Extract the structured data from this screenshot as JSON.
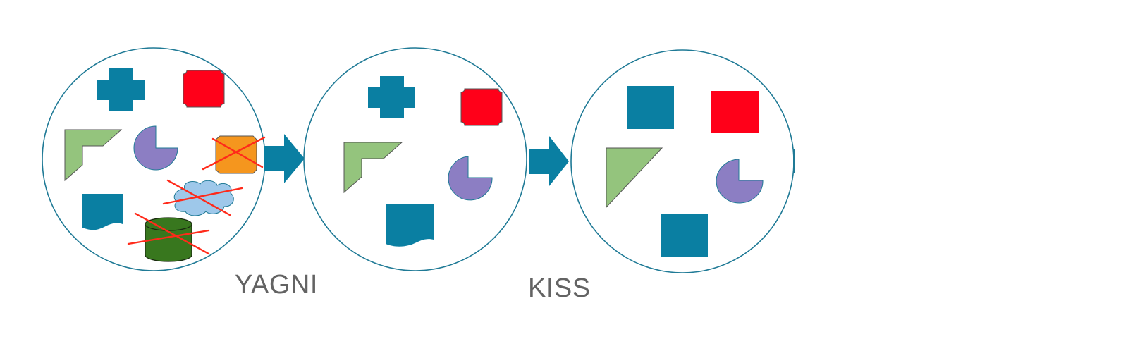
{
  "diagram": {
    "labels": {
      "first_transition": "YAGNI",
      "second_transition": "KISS"
    },
    "colors": {
      "circle_outline": "#1f7a96",
      "teal": "#0a7fa2",
      "red": "#ff0019",
      "green_shape": "#94c47d",
      "purple_pie": "#8c7ec3",
      "orange": "#f5961e",
      "cloud_blue": "#9ec8ea",
      "dark_green_cylinder": "#38771e",
      "strike_red": "#ff2a1a",
      "label_gray": "#636363"
    },
    "stages": [
      {
        "name": "before",
        "shapes": [
          "cross",
          "notched-square",
          "corner-bracket",
          "pie",
          "notched-rectangle",
          "cloud",
          "document",
          "cylinder"
        ],
        "struck_out": [
          "notched-rectangle",
          "cloud",
          "cylinder"
        ]
      },
      {
        "name": "after-yagni",
        "shapes": [
          "cross",
          "notched-square",
          "corner-bracket",
          "pie",
          "document"
        ]
      },
      {
        "name": "after-kiss",
        "shapes": [
          "square",
          "square",
          "triangle",
          "pie",
          "square"
        ]
      }
    ]
  }
}
